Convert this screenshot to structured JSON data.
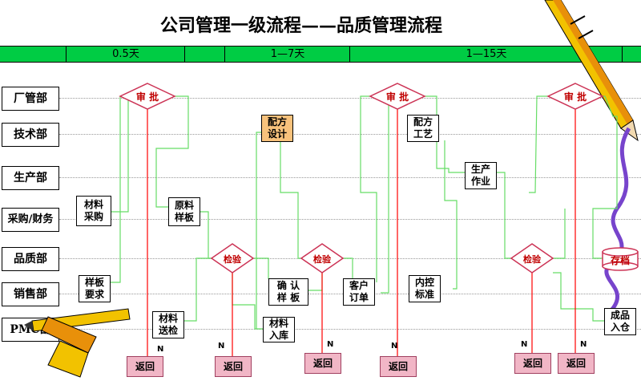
{
  "title": "公司管理一级流程——品质管理流程",
  "timeline": [
    "0.5天",
    "1—7天",
    "1—15天"
  ],
  "departments": [
    "厂管部",
    "技术部",
    "生产部",
    "采购/财务",
    "品质部",
    "销售部",
    "PMC部"
  ],
  "approval_label": "审 批",
  "inspection_label": "检验",
  "storage_label": "存档",
  "return_label": "返回",
  "n_label": "N",
  "boxes": {
    "material_purchase": "材料\n采购",
    "sample_request": "样板\n要求",
    "raw_material_sample": "原料\n样板",
    "material_inspection": "材料\n送检",
    "formula_design": "配方\n设计",
    "confirm_sample": "确 认\n样 板",
    "material_warehouse": "材料\n入库",
    "customer_order": "客户\n订单",
    "formula_process": "配方\n工艺",
    "production_work": "生产\n作业",
    "internal_control": "内控\n标准",
    "finished_warehouse": "成品\n入仓"
  },
  "colors": {
    "timebar": "#00cc44",
    "connector": "#66dd66",
    "reject_line": "#ff0000",
    "diamond": "#cc3355",
    "return_box": "#f1b6c6",
    "formula_box": "#f8c27c"
  }
}
